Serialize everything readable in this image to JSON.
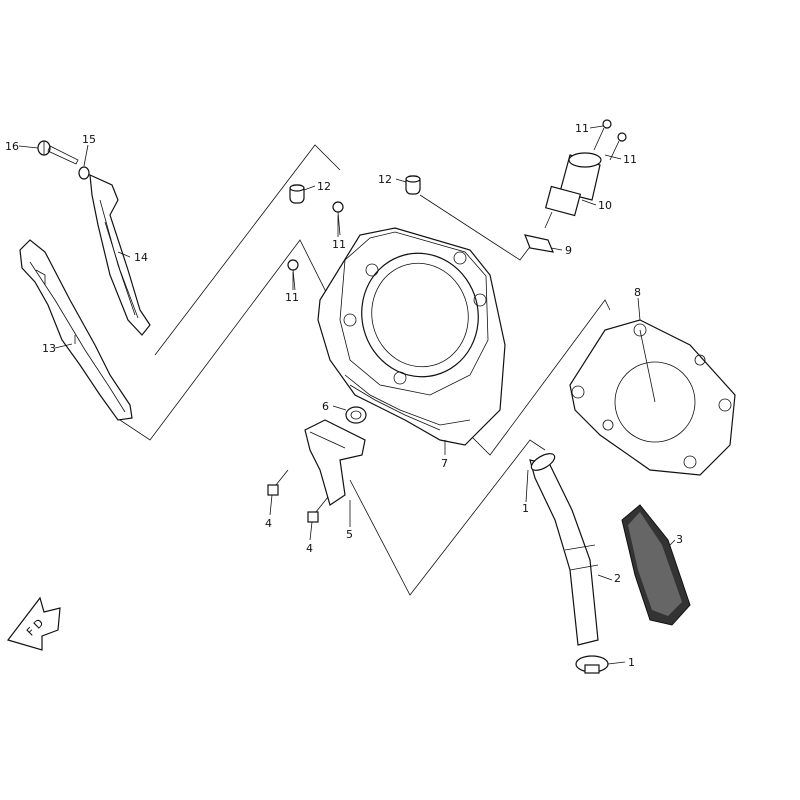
{
  "diagram": {
    "callouts": [
      {
        "id": "c16",
        "text": "16"
      },
      {
        "id": "c15",
        "text": "15"
      },
      {
        "id": "c14",
        "text": "14"
      },
      {
        "id": "c13",
        "text": "13"
      },
      {
        "id": "c12a",
        "text": "12"
      },
      {
        "id": "c12b",
        "text": "12"
      },
      {
        "id": "c11a",
        "text": "11"
      },
      {
        "id": "c11b",
        "text": "11"
      },
      {
        "id": "c11c",
        "text": "11"
      },
      {
        "id": "c11d",
        "text": "11"
      },
      {
        "id": "c10",
        "text": "10"
      },
      {
        "id": "c9",
        "text": "9"
      },
      {
        "id": "c8",
        "text": "8"
      },
      {
        "id": "c7",
        "text": "7"
      },
      {
        "id": "c6",
        "text": "6"
      },
      {
        "id": "c5",
        "text": "5"
      },
      {
        "id": "c4a",
        "text": "4"
      },
      {
        "id": "c4b",
        "text": "4"
      },
      {
        "id": "c3",
        "text": "3"
      },
      {
        "id": "c2",
        "text": "2"
      },
      {
        "id": "c1a",
        "text": "1"
      },
      {
        "id": "c1b",
        "text": "1"
      }
    ],
    "fwd_arrow_text": "F D"
  }
}
